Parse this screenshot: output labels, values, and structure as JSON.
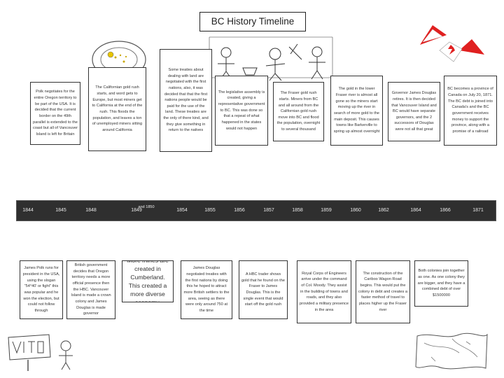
{
  "title": "BC History Timeline",
  "top_events": [
    {
      "text": "Polk negotiates for the entire Oregon territory to be part of the USA. It is decided that the current border on the 49th parallel is extended to the coast but all of Vancouver Island is left for Britain"
    },
    {
      "text": "The Californian gold rush starts, and word gets to Europe, but most miners get to California at the end of the rush. This floods the population, and leaves a ton of unemployed miners sitting around California"
    },
    {
      "text": "Some treaties about dealing with land are negotiated with the first nations, also, it was decided that that the first nations people would be paid for the use of the land. These treaties are the only of there kind, and they give something in return to the natives"
    },
    {
      "text": "The legislative assembly is created, giving a representative government to BC. This was done so that a repeat of what happened in the states would not happen"
    },
    {
      "text": "The Fraser gold rush starts. Miners from BC and all around from the Californian gold rush move into BC and flood the population, overnight to several thousand"
    },
    {
      "text": "The gold in the lower Fraser river is almost all gone so the miners start moving up the river in search of more gold to the main deposit. This causes towns like Barkerville to spring up almost overnight"
    },
    {
      "text": "Governor James Douglas retires. It is then decided that Vancouver Island and BC would have separate governors, and the 2 successors of Douglas were not all that great"
    },
    {
      "text": "BC becomes a province of Canada on July 20, 1871. The BC debt is joined into Canada's and the BC government receives money to support the province, along with a promise of a railroad"
    }
  ],
  "years": [
    "1844",
    "1845",
    "1848",
    "1849",
    "and 1850",
    "1854",
    "1855",
    "1856",
    "1857",
    "1858",
    "1859",
    "1860",
    "1862",
    "1864",
    "1866",
    "1871"
  ],
  "bottom_events": [
    {
      "text": "James Polk runs for president in the USA, using the slogan \"54°40' or fight\" this was popular and he won the election, but could not follow through"
    },
    {
      "text": "British government decides that Oregon territory needs a more official presence then the HBC. Vancouver Island is made a crown colony and James Douglas is made governor"
    },
    {
      "text": "More mines are created in Cumberland. This created a more diverse economy."
    },
    {
      "text": "James Douglas negotiated treaties with the first nations by doing this he hoped to attract more British settlers to the area, seeing as there were only around 750 at the time"
    },
    {
      "text": "A HBC trader shows gold that he found on the Fraser to James Douglas. This is the single event that would start off the gold rush"
    },
    {
      "text": "Royal Corps of Engineers arrive under the command of Col. Moody. They assist in the building of towns and roads, and they also provided a military presence in the area"
    },
    {
      "text": "The construction of the Cariboo Wagon Road begins. This would put the colony in debt and creates a faster method of travel to places higher up the Fraser river"
    },
    {
      "text": "Both colonies join together as one. As one colony they are bigger, and they have a combined debt of over $1500000"
    }
  ],
  "sketches": {
    "top_left": "gold-pan-sketch-icon",
    "top_middle": "miners-sketch-icon",
    "top_right": "canada-flag-sketch-icon",
    "bottom_left": "vote-sign-sketch-icon",
    "bottom_right": "map-sketch-icon"
  },
  "colors": {
    "bar": "#2f2f2f",
    "border": "#333333",
    "flag_red": "#e02020"
  }
}
